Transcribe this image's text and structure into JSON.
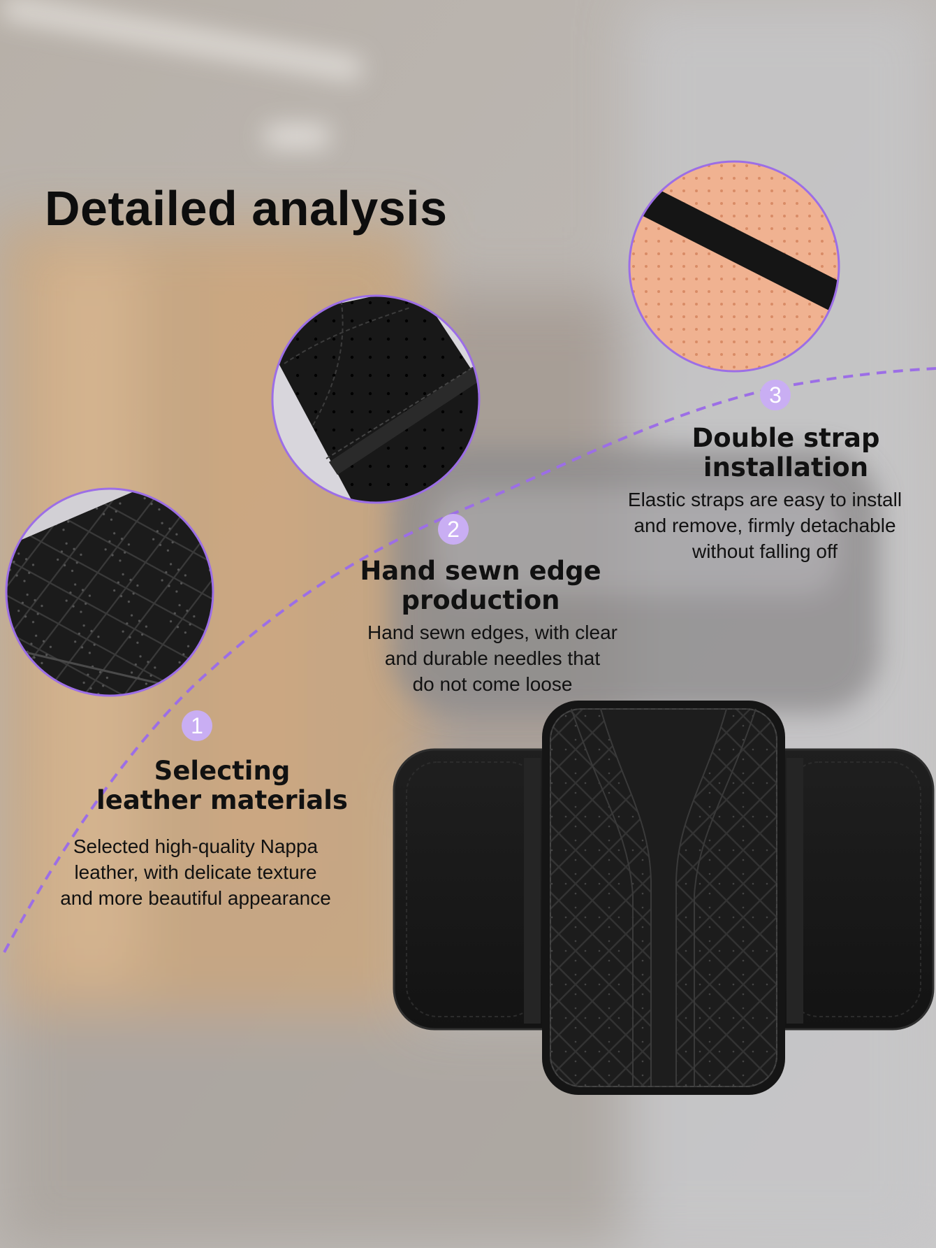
{
  "title": "Detailed analysis",
  "colors": {
    "accent": "#9c6ee6",
    "badge": "#c9aef3",
    "leather": "#1a1a1a",
    "strap_backing": "#f0b291"
  },
  "features": [
    {
      "number": "1",
      "heading_lines": [
        "Selecting",
        "leather materials"
      ],
      "desc_lines": [
        "Selected high-quality Nappa",
        "leather, with delicate texture",
        "and more beautiful appearance"
      ]
    },
    {
      "number": "2",
      "heading_lines": [
        "Hand sewn edge",
        "production"
      ],
      "desc_lines": [
        "Hand sewn edges, with clear",
        "and durable needles that",
        "do not come loose"
      ]
    },
    {
      "number": "3",
      "heading_lines": [
        "Double strap",
        "installation"
      ],
      "desc_lines": [
        "Elastic straps are easy to install",
        "and remove, firmly detachable",
        "without falling off"
      ]
    }
  ]
}
